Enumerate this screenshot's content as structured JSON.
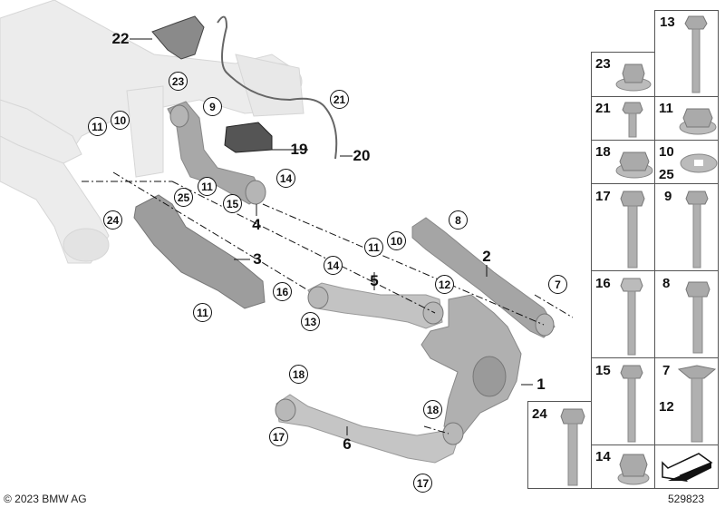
{
  "callouts": [
    {
      "num": "22",
      "style": "plain"
    },
    {
      "num": "23",
      "style": "circled"
    },
    {
      "num": "21",
      "style": "circled"
    },
    {
      "num": "9",
      "style": "circled"
    },
    {
      "num": "10",
      "style": "circled"
    },
    {
      "num": "11",
      "style": "circled"
    },
    {
      "num": "19",
      "style": "plain"
    },
    {
      "num": "20",
      "style": "plain"
    },
    {
      "num": "14",
      "style": "circled"
    },
    {
      "num": "15",
      "style": "circled"
    },
    {
      "num": "11",
      "style": "circled"
    },
    {
      "num": "25",
      "style": "circled"
    },
    {
      "num": "24",
      "style": "circled"
    },
    {
      "num": "4",
      "style": "plain"
    },
    {
      "num": "3",
      "style": "plain"
    },
    {
      "num": "16",
      "style": "circled"
    },
    {
      "num": "11",
      "style": "circled"
    },
    {
      "num": "14",
      "style": "circled"
    },
    {
      "num": "13",
      "style": "circled"
    },
    {
      "num": "5",
      "style": "plain"
    },
    {
      "num": "8",
      "style": "circled"
    },
    {
      "num": "10",
      "style": "circled"
    },
    {
      "num": "11",
      "style": "circled"
    },
    {
      "num": "2",
      "style": "plain"
    },
    {
      "num": "12",
      "style": "circled"
    },
    {
      "num": "7",
      "style": "circled"
    },
    {
      "num": "1",
      "style": "plain"
    },
    {
      "num": "18",
      "style": "circled"
    },
    {
      "num": "17",
      "style": "circled"
    },
    {
      "num": "6",
      "style": "plain"
    },
    {
      "num": "18",
      "style": "circled"
    },
    {
      "num": "17",
      "style": "circled"
    }
  ],
  "parts_grid": [
    {
      "label": "13",
      "part": "long-bolt"
    },
    {
      "label": "23",
      "part": "flange-nut"
    },
    {
      "label": "21",
      "part": "torx-screw"
    },
    {
      "label": "11",
      "part": "lock-nut"
    },
    {
      "label": "18",
      "part": "lock-nut"
    },
    {
      "label": "10",
      "label2": "25",
      "part": "washer"
    },
    {
      "label": "17",
      "part": "hex-bolt"
    },
    {
      "label": "9",
      "part": "hex-bolt"
    },
    {
      "label": "16",
      "part": "torx-bolt"
    },
    {
      "label": "8",
      "part": "hex-bolt"
    },
    {
      "label": "15",
      "part": "hex-bolt"
    },
    {
      "label": "7",
      "label2": "12",
      "part": "eccentric-bolt"
    },
    {
      "label": "14",
      "part": "lock-nut"
    },
    {
      "label": "",
      "part": "direction-arrow"
    },
    {
      "label": "24",
      "part": "hex-bolt"
    }
  ],
  "footer": {
    "copyright": "© 2023 BMW AG",
    "diagram_number": "529823"
  },
  "colors": {
    "part_gray": "#b9b9b9",
    "subframe_gray": "#ececec",
    "outline": "#111111"
  }
}
